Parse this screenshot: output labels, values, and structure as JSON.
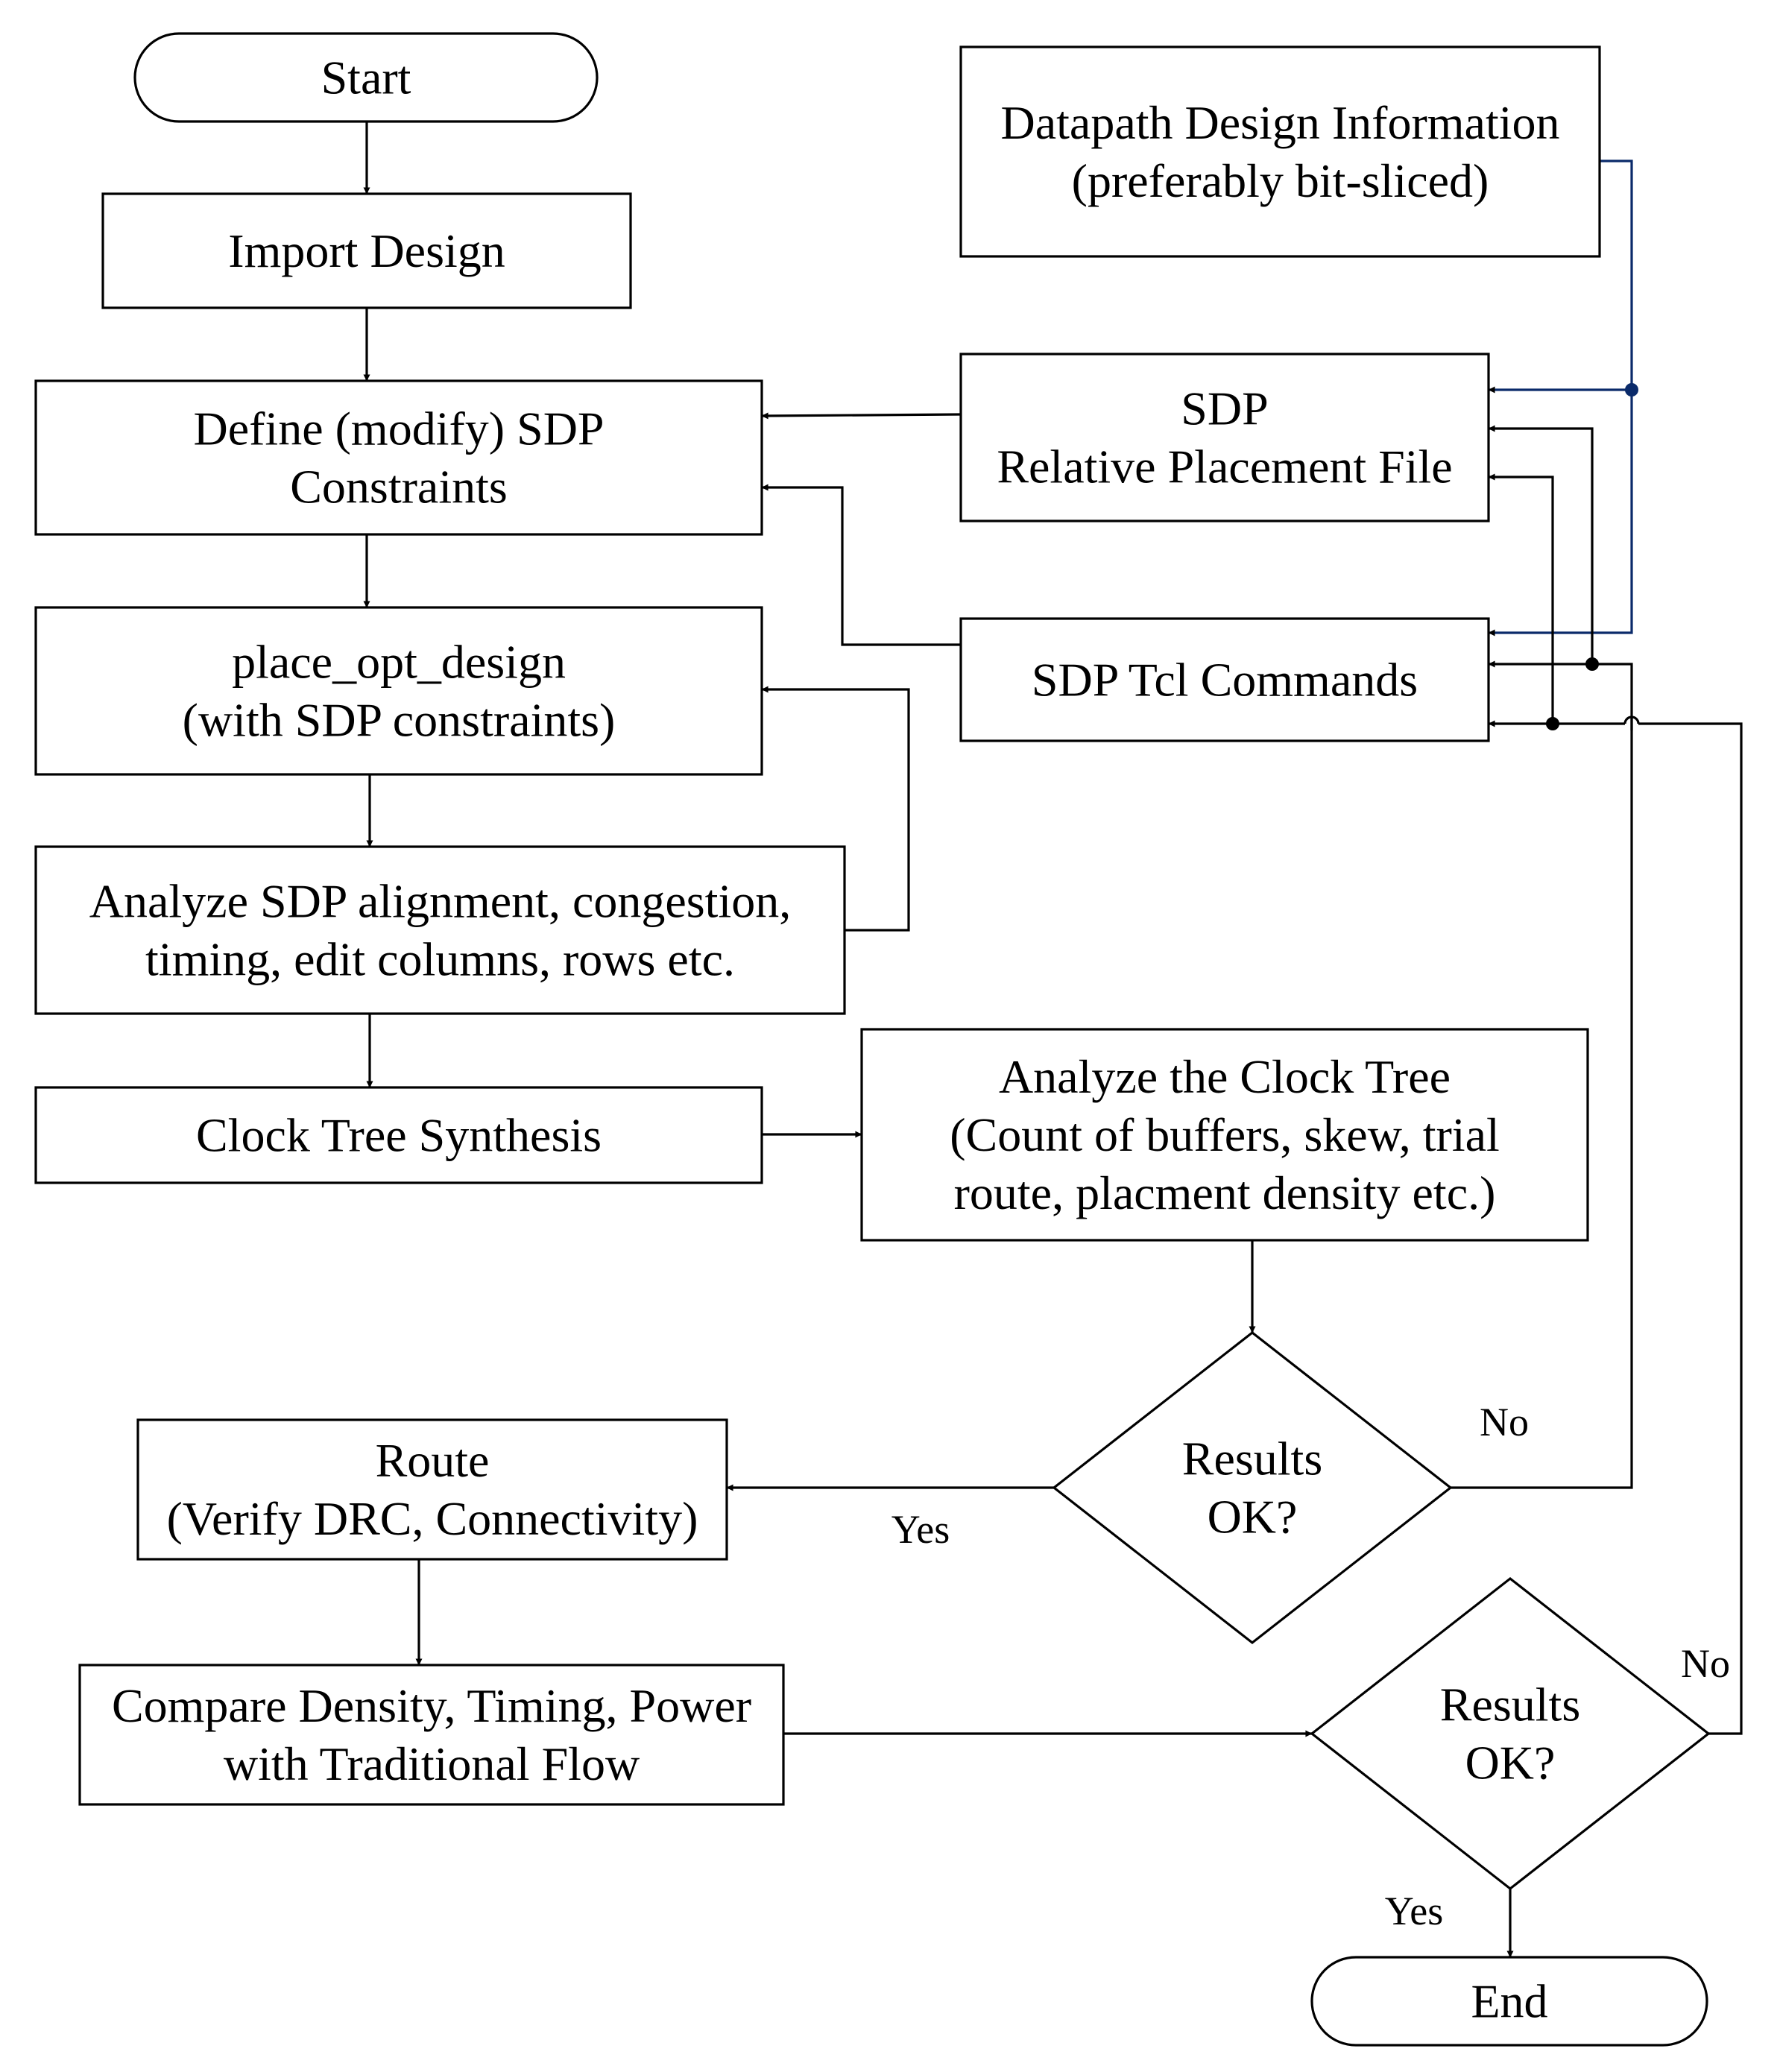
{
  "nodes": {
    "start": {
      "lines": [
        "Start"
      ]
    },
    "import_design": {
      "lines": [
        "Import Design"
      ]
    },
    "define_constraints": {
      "lines": [
        "Define (modify) SDP",
        "Constraints"
      ]
    },
    "place_opt": {
      "lines": [
        "place_opt_design",
        "(with SDP constraints)"
      ]
    },
    "analyze_sdp": {
      "lines": [
        "Analyze SDP alignment, congestion,",
        "timing,  edit columns, rows etc."
      ]
    },
    "cts": {
      "lines": [
        "Clock Tree Synthesis"
      ]
    },
    "route": {
      "lines": [
        "Route",
        "(Verify DRC, Connectivity)"
      ]
    },
    "compare": {
      "lines": [
        "Compare Density, Timing, Power",
        "with Traditional Flow"
      ]
    },
    "datapath_info": {
      "lines": [
        "Datapath Design Information",
        "(preferably bit-sliced)"
      ]
    },
    "rel_placement": {
      "lines": [
        "SDP",
        "Relative Placement File"
      ]
    },
    "tcl_commands": {
      "lines": [
        "SDP Tcl Commands"
      ]
    },
    "analyze_clock": {
      "lines": [
        "Analyze the Clock Tree",
        "(Count of buffers, skew, trial",
        "route, placment density etc.)"
      ]
    },
    "decision1": {
      "lines": [
        "Results",
        "OK?"
      ]
    },
    "decision2": {
      "lines": [
        "Results",
        "OK?"
      ]
    },
    "end": {
      "lines": [
        "End"
      ]
    }
  },
  "edge_labels": {
    "d1_no": "No",
    "d1_yes": "Yes",
    "d2_no": "No",
    "d2_yes": "Yes"
  },
  "colors": {
    "line": "#000000",
    "accent_line": "#0a2a6a",
    "background": "#ffffff"
  }
}
